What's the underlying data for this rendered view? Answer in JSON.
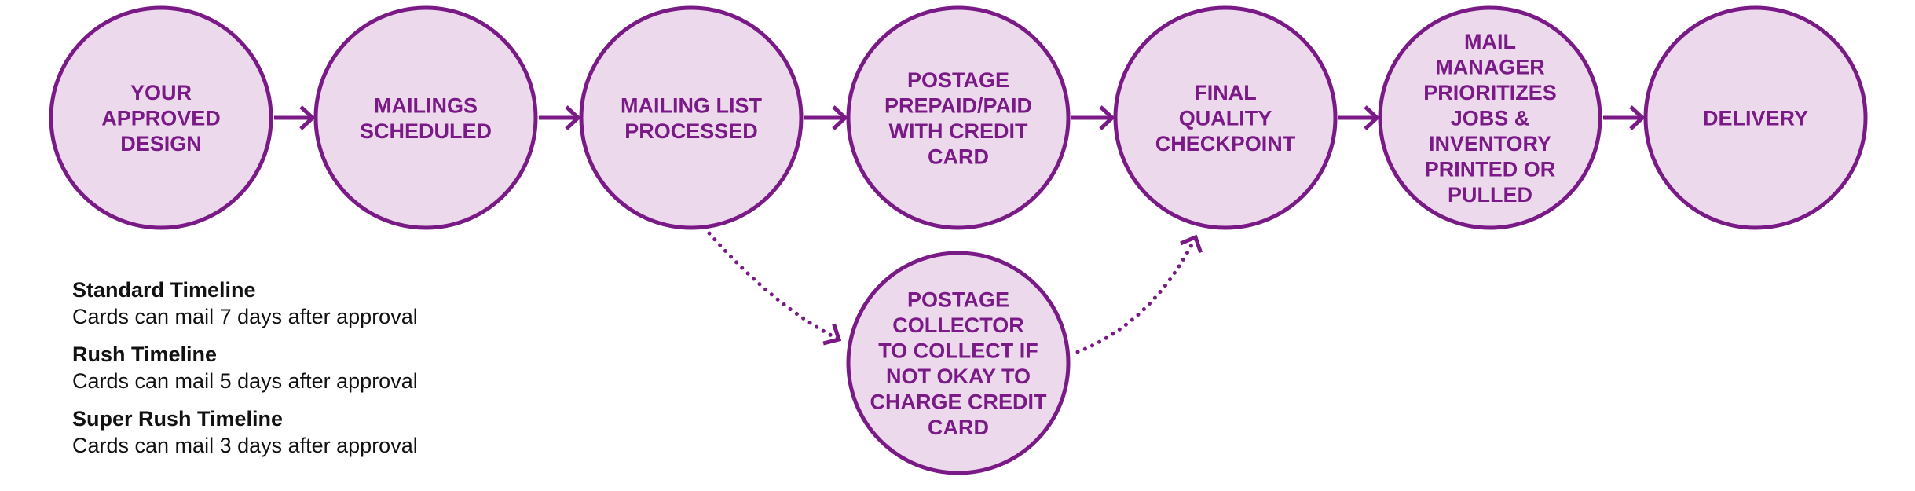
{
  "diagram": {
    "nodes": [
      {
        "id": "approved-design",
        "lines": [
          "YOUR",
          "APPROVED",
          "DESIGN"
        ]
      },
      {
        "id": "mailings-scheduled",
        "lines": [
          "MAILINGS",
          "SCHEDULED"
        ]
      },
      {
        "id": "mailing-list-processed",
        "lines": [
          "MAILING LIST",
          "PROCESSED"
        ]
      },
      {
        "id": "postage-prepaid",
        "lines": [
          "POSTAGE",
          "PREPAID/PAID",
          "WITH CREDIT",
          "CARD"
        ]
      },
      {
        "id": "final-quality-checkpoint",
        "lines": [
          "FINAL",
          "QUALITY",
          "CHECKPOINT"
        ]
      },
      {
        "id": "mail-manager",
        "lines": [
          "MAIL",
          "MANAGER",
          "PRIORITIZES",
          "JOBS &",
          "INVENTORY",
          "PRINTED OR",
          "PULLED"
        ]
      },
      {
        "id": "delivery",
        "lines": [
          "DELIVERY"
        ]
      },
      {
        "id": "postage-collector",
        "lines": [
          "POSTAGE",
          "COLLECTOR",
          "TO COLLECT IF",
          "NOT OKAY TO",
          "CHARGE CREDIT",
          "CARD"
        ]
      }
    ],
    "edges": [
      {
        "from": "approved-design",
        "to": "mailings-scheduled",
        "style": "solid"
      },
      {
        "from": "mailings-scheduled",
        "to": "mailing-list-processed",
        "style": "solid"
      },
      {
        "from": "mailing-list-processed",
        "to": "postage-prepaid",
        "style": "solid"
      },
      {
        "from": "postage-prepaid",
        "to": "final-quality-checkpoint",
        "style": "solid"
      },
      {
        "from": "final-quality-checkpoint",
        "to": "mail-manager",
        "style": "solid"
      },
      {
        "from": "mail-manager",
        "to": "delivery",
        "style": "solid"
      },
      {
        "from": "mailing-list-processed",
        "to": "postage-collector",
        "style": "dotted"
      },
      {
        "from": "postage-collector",
        "to": "final-quality-checkpoint",
        "style": "dotted"
      }
    ]
  },
  "legend": {
    "items": [
      {
        "title": "Standard Timeline",
        "desc": "Cards can mail 7 days after approval"
      },
      {
        "title": "Rush Timeline",
        "desc": "Cards can mail 5 days after approval"
      },
      {
        "title": "Super Rush Timeline",
        "desc": "Cards can mail 3 days after approval"
      }
    ]
  },
  "colors": {
    "accent": "#7a1a86",
    "node_fill": "#ecdaec",
    "text": "#111111"
  }
}
